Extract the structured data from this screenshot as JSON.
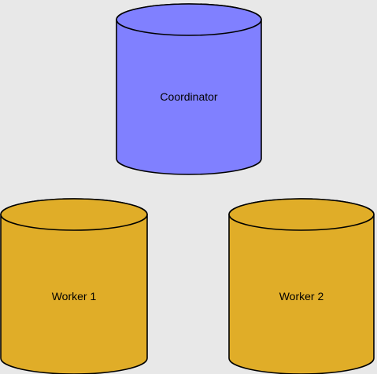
{
  "diagram": {
    "background": "#e8e8e8",
    "nodes": [
      {
        "id": "coordinator",
        "label": "Coordinator",
        "shape": "cylinder",
        "fill": "#8080ff"
      },
      {
        "id": "worker-1",
        "label": "Worker 1",
        "shape": "cylinder",
        "fill": "#e0ad28"
      },
      {
        "id": "worker-2",
        "label": "Worker 2",
        "shape": "cylinder",
        "fill": "#e0ad28"
      }
    ]
  }
}
